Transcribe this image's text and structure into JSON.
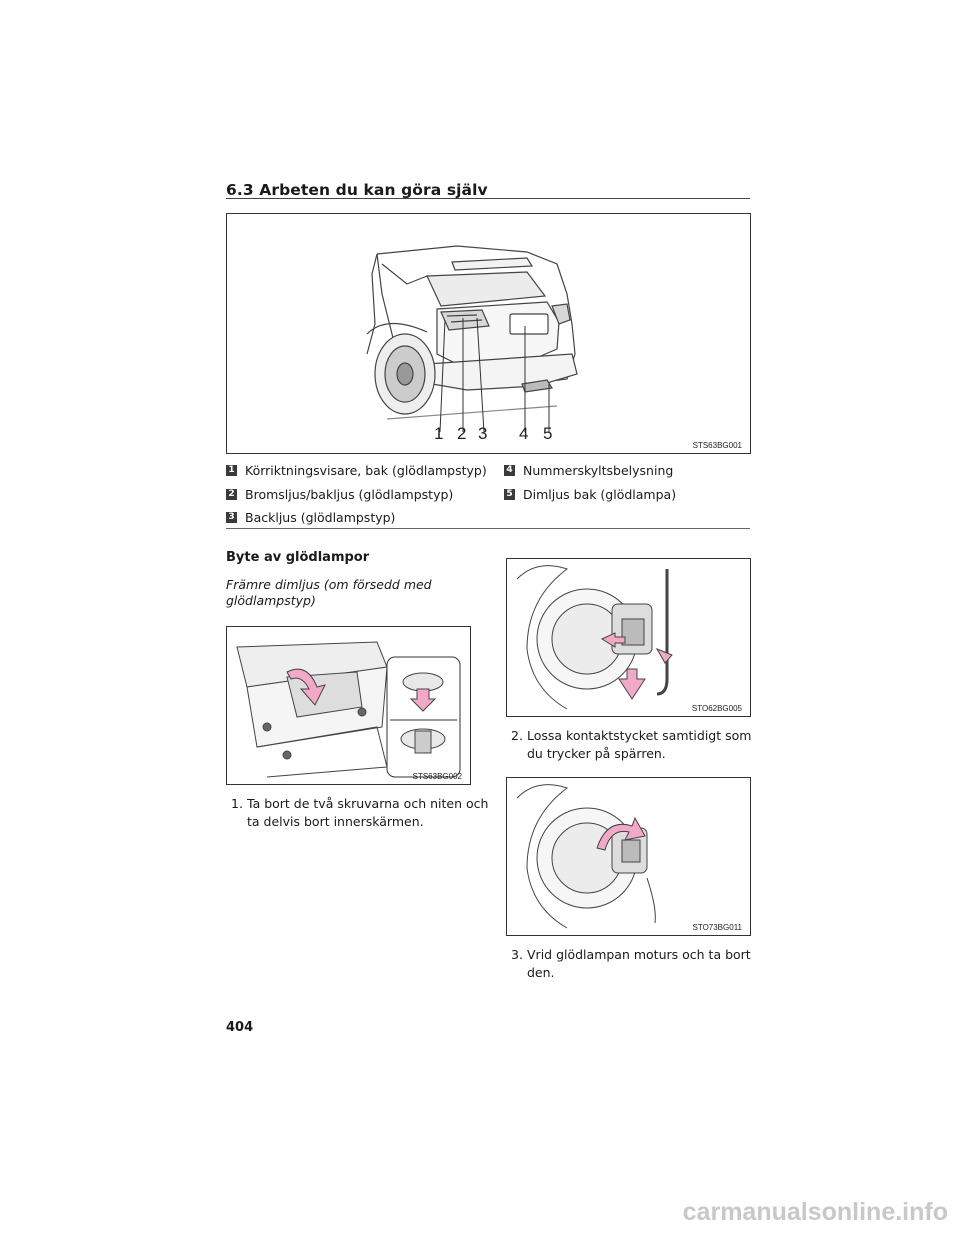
{
  "header": {
    "section_title": "6.3  Arbeten du kan göra själv"
  },
  "figure_main": {
    "code": "STS63BG001",
    "callouts": [
      "1",
      "2",
      "3",
      "4",
      "5"
    ]
  },
  "legend": {
    "items": [
      {
        "num": "1",
        "label": "Körriktningsvisare, bak (glödlampstyp)"
      },
      {
        "num": "2",
        "label": "Bromsljus/bakljus (glödlampstyp)"
      },
      {
        "num": "3",
        "label": "Backljus (glödlampstyp)"
      },
      {
        "num": "4",
        "label": "Nummerskyltsbelysning"
      },
      {
        "num": "5",
        "label": "Dimljus bak (glödlampa)"
      }
    ]
  },
  "bulb_section": {
    "heading": "Byte av glödlampor",
    "subheading_line1": "Främre dimljus (om försedd med",
    "subheading_line2": "glödlampstyp)"
  },
  "figures": {
    "fig2_code": "STS63BG002",
    "fig3_code": "STO62BG005",
    "fig4_code": "STO73BG011"
  },
  "steps": [
    {
      "num": "1.",
      "line1": "Ta bort de två skruvarna och niten och",
      "line2": "ta delvis bort innerskärmen."
    },
    {
      "num": "2.",
      "line1": "Lossa kontaktstycket samtidigt som",
      "line2": "du trycker på spärren."
    },
    {
      "num": "3.",
      "line1": "Vrid glödlampan moturs och ta bort",
      "line2": "den."
    }
  ],
  "page_number": "404",
  "watermark": "carmanualsonline.info"
}
